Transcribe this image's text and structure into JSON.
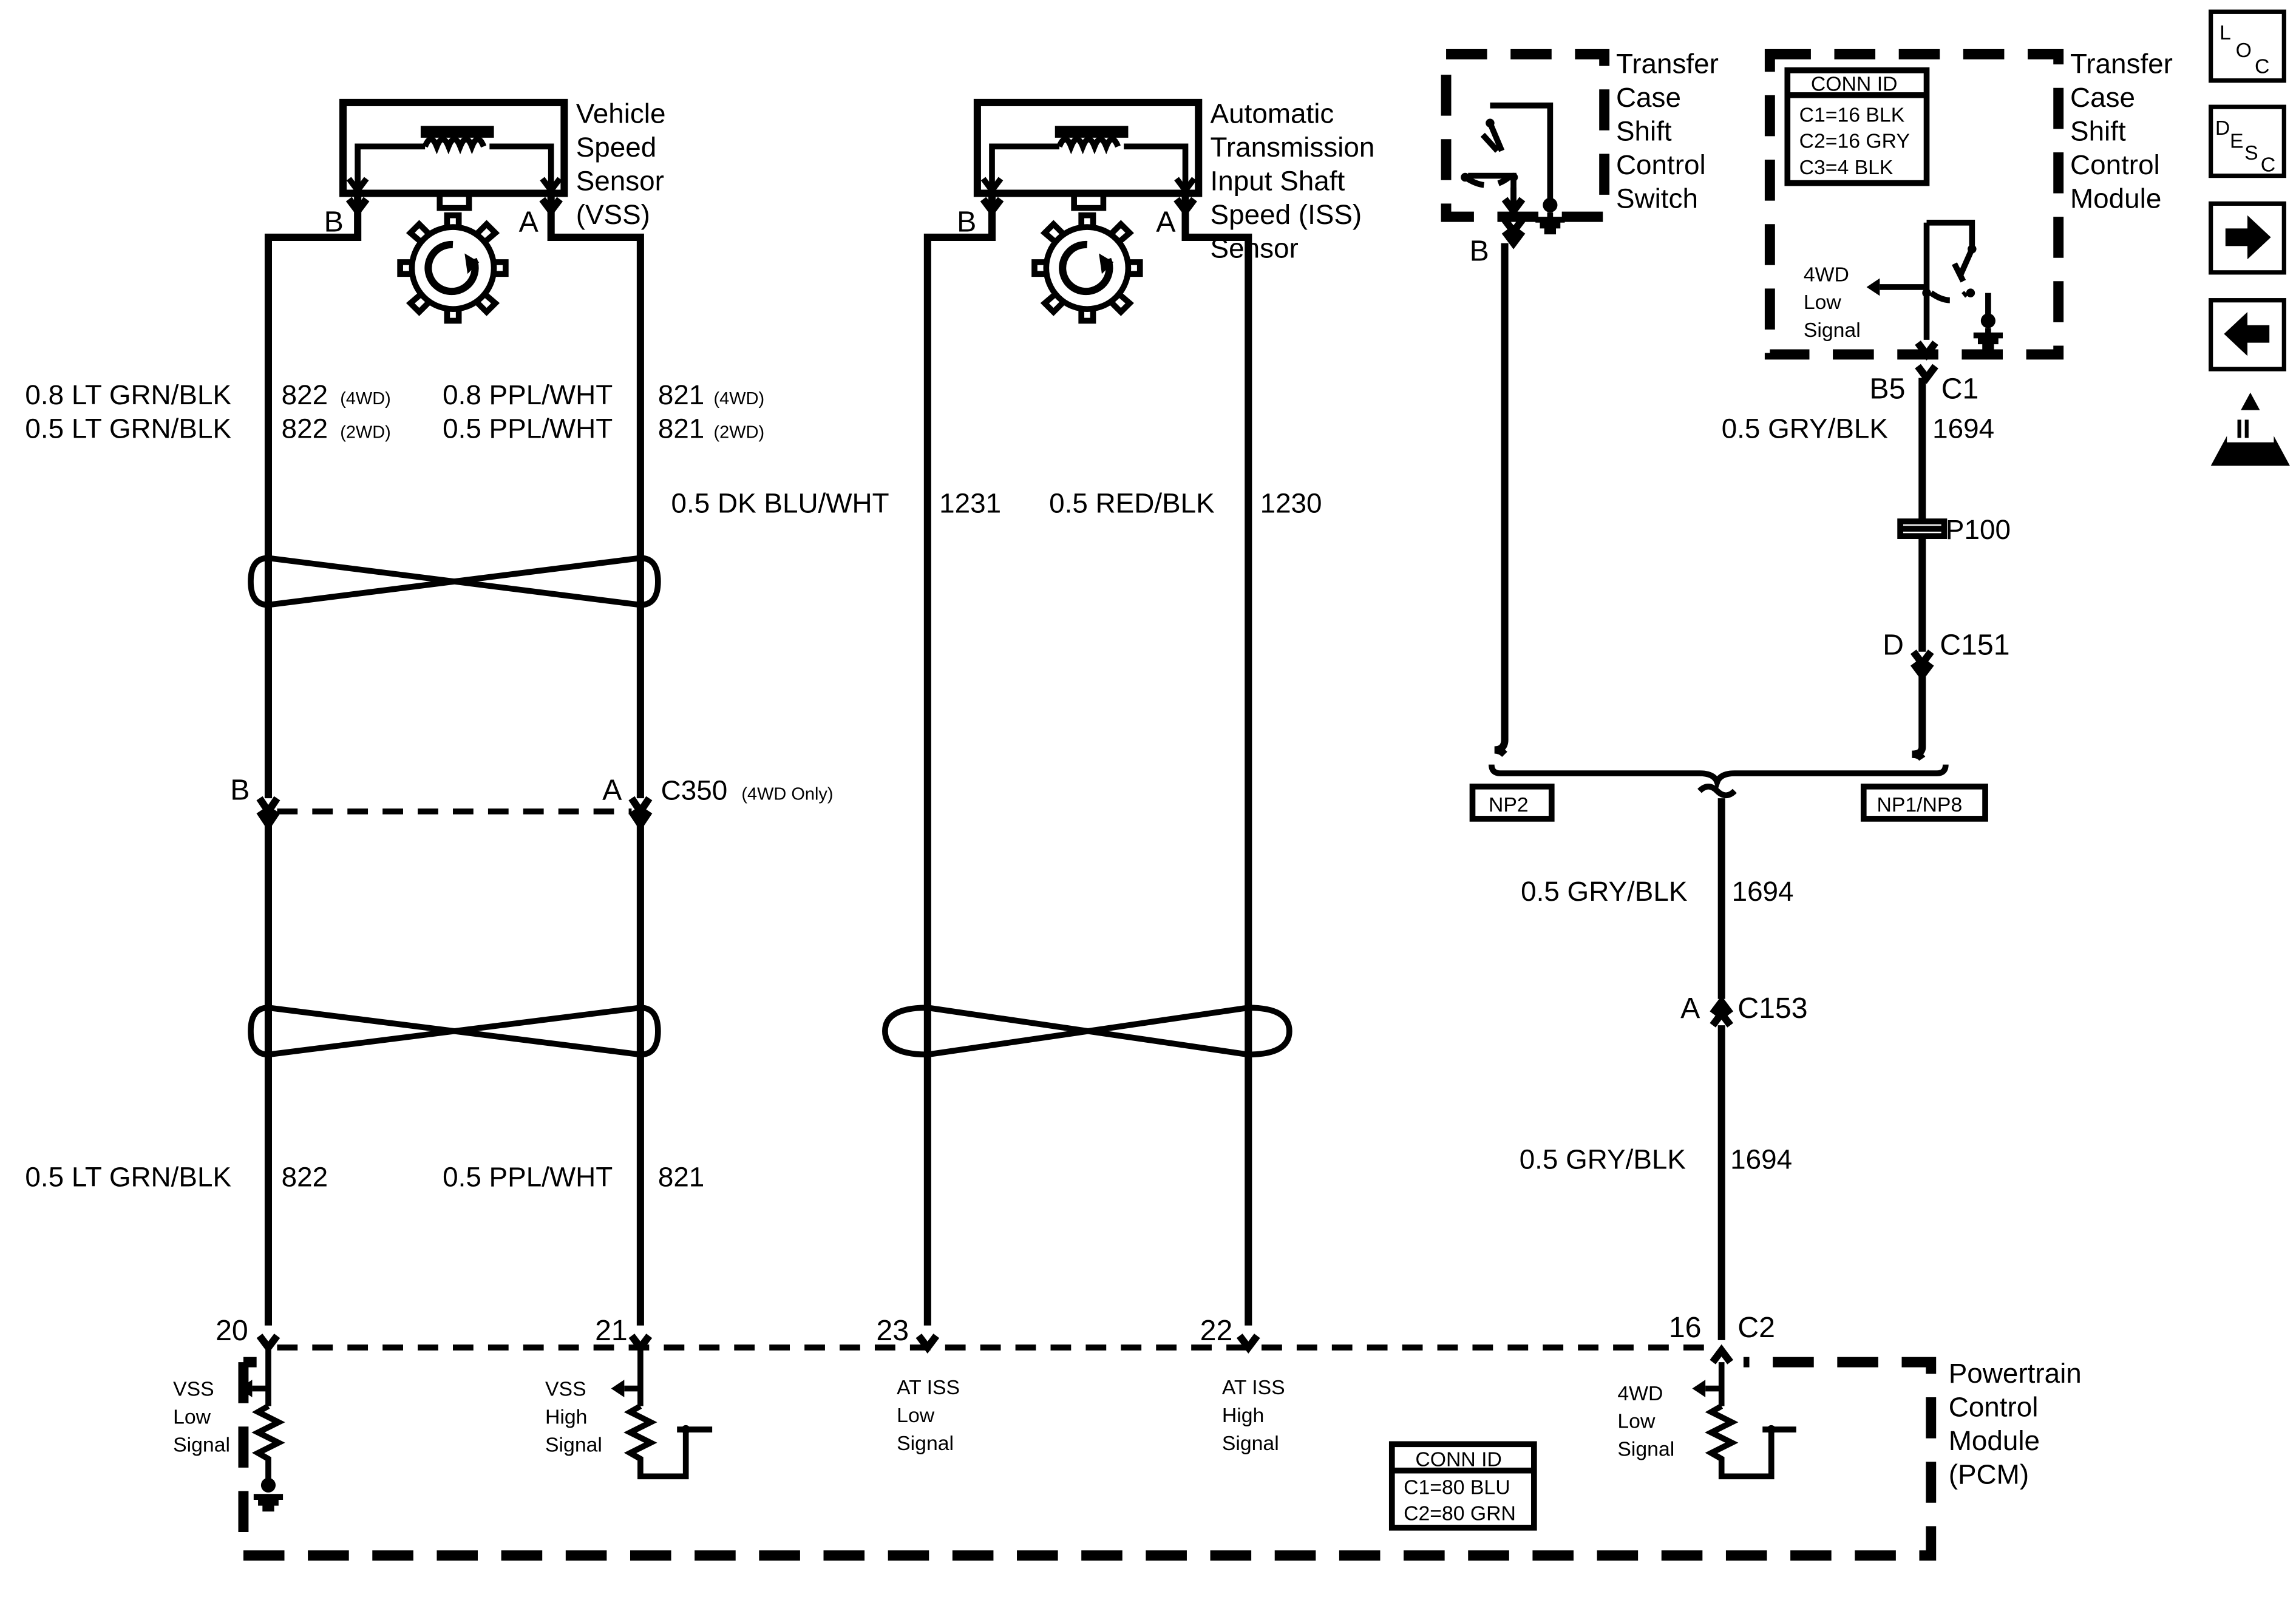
{
  "components": {
    "vss": {
      "line1": "Vehicle",
      "line2": "Speed",
      "line3": "Sensor",
      "line4": "(VSS)",
      "pin_b": "B",
      "pin_a": "A"
    },
    "iss": {
      "line1": "Automatic",
      "line2": "Transmission",
      "line3": "Input Shaft",
      "line4": "Speed (ISS)",
      "line5": "Sensor",
      "pin_b": "B",
      "pin_a": "A"
    },
    "tc_switch": {
      "line1": "Transfer",
      "line2": "Case",
      "line3": "Shift",
      "line4": "Control",
      "line5": "Switch",
      "pin_b": "B"
    },
    "tc_module": {
      "line1": "Transfer",
      "line2": "Case",
      "line3": "Shift",
      "line4": "Control",
      "line5": "Module",
      "conn_title": "CONN ID",
      "conn1": "C1=16 BLK",
      "conn2": "C2=16 GRY",
      "conn3": "C3=4 BLK",
      "sig1": "4WD",
      "sig2": "Low",
      "sig3": "Signal",
      "pin": "B5",
      "conn": "C1"
    },
    "pcm": {
      "line1": "Powertrain",
      "line2": "Control",
      "line3": "Module",
      "line4": "(PCM)",
      "conn_title": "CONN ID",
      "conn1": "C1=80 BLU",
      "conn2": "C2=80 GRN",
      "pin20": "20",
      "pin21": "21",
      "pin23": "23",
      "pin22": "22",
      "pin16": "16",
      "conn_c2": "C2",
      "vss_low1": "VSS",
      "vss_low2": "Low",
      "vss_low3": "Signal",
      "vss_high1": "VSS",
      "vss_high2": "High",
      "vss_high3": "Signal",
      "iss_low1": "AT ISS",
      "iss_low2": "Low",
      "iss_low3": "Signal",
      "iss_high1": "AT ISS",
      "iss_high2": "High",
      "iss_high3": "Signal",
      "wd_low1": "4WD",
      "wd_low2": "Low",
      "wd_low3": "Signal"
    }
  },
  "wires": {
    "w822_4wd_color": "0.8 LT GRN/BLK",
    "w822_4wd_num": "822",
    "w822_4wd_note": "(4WD)",
    "w822_2wd_color": "0.5 LT GRN/BLK",
    "w822_2wd_num": "822",
    "w822_2wd_note": "(2WD)",
    "w821_4wd_color": "0.8 PPL/WHT",
    "w821_4wd_num": "821",
    "w821_4wd_note": "(4WD)",
    "w821_2wd_color": "0.5 PPL/WHT",
    "w821_2wd_num": "821",
    "w821_2wd_note": "(2WD)",
    "w1231_color": "0.5 DK BLU/WHT",
    "w1231_num": "1231",
    "w1230_color": "0.5 RED/BLK",
    "w1230_num": "1230",
    "w822_low_color": "0.5 LT GRN/BLK",
    "w822_low_num": "822",
    "w821_low_color": "0.5 PPL/WHT",
    "w821_low_num": "821",
    "w1694_top_color": "0.5 GRY/BLK",
    "w1694_top_num": "1694",
    "w1694_mid_color": "0.5 GRY/BLK",
    "w1694_mid_num": "1694",
    "w1694_low_color": "0.5 GRY/BLK",
    "w1694_low_num": "1694"
  },
  "connectors": {
    "c350_b": "B",
    "c350_a": "A",
    "c350_name": "C350",
    "c350_note": "(4WD Only)",
    "p100": "P100",
    "c151_pin": "D",
    "c151_name": "C151",
    "c153_pin": "A",
    "c153_name": "C153",
    "np2": "NP2",
    "np1np8": "NP1/NP8"
  },
  "nav": {
    "loc_l": "L",
    "loc_o": "O",
    "loc_c": "C",
    "desc_d": "D",
    "desc_e": "E",
    "desc_s": "S",
    "desc_c": "C",
    "next_icon": "arrow-right-icon",
    "prev_icon": "arrow-left-icon",
    "obd_roman": "II",
    "obd_label": "OBD II"
  }
}
